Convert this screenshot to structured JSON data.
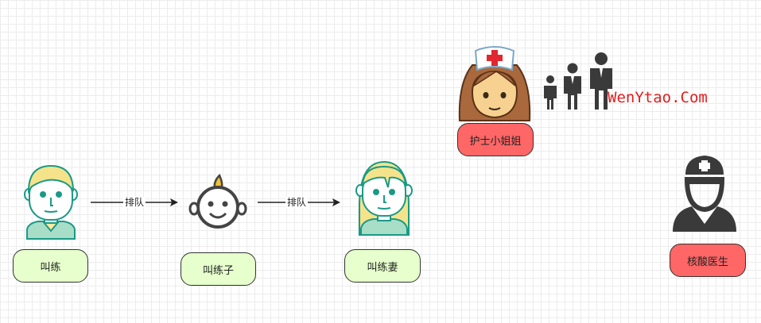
{
  "nodes": {
    "jiaolian": {
      "label": "叫练"
    },
    "jiaolianzi": {
      "label": "叫练子"
    },
    "jiaolianqi": {
      "label": "叫练妻"
    },
    "nurse": {
      "label": "护士小姐姐"
    },
    "doctor": {
      "label": "核酸医生"
    }
  },
  "edges": [
    {
      "label": "排队"
    },
    {
      "label": "排队"
    }
  ],
  "watermark": "WenYtao.Com",
  "colors": {
    "green_fill": "#e6ffcc",
    "red_fill": "#ff6666",
    "accent_teal": "#1a9a86",
    "watermark": "#e02020"
  }
}
